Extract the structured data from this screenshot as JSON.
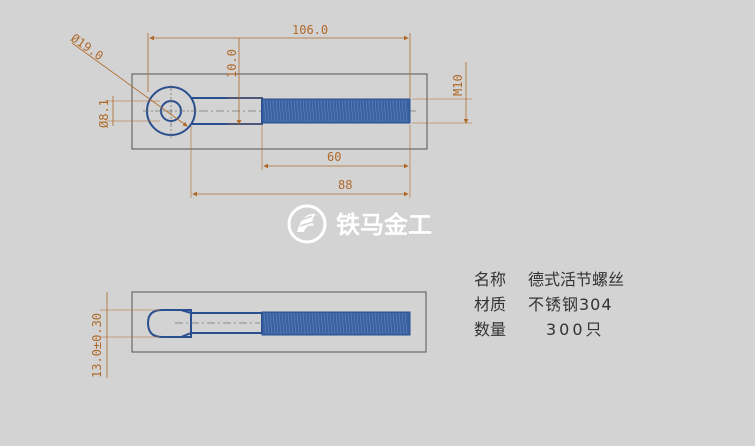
{
  "dimensions": {
    "total_length": "106.0",
    "head_diameter": "Ø19.0",
    "head_offset": "10.0",
    "hole_diameter": "Ø8.1",
    "thread_size": "M10",
    "thread_length": "60",
    "shank_length": "88",
    "head_thickness": "13.0±0.30"
  },
  "spec": {
    "name_label": "名称",
    "name_value": "德式活节螺丝",
    "material_label": "材质",
    "material_value": "不锈钢304",
    "quantity_label": "数量",
    "quantity_value": "300只"
  },
  "watermark": {
    "text": "铁马金工"
  },
  "colors": {
    "part_outline": "#2a4f8f",
    "thread_fill": "#3a62a0",
    "dimension": "#b06a2a",
    "background": "#d3d3d3"
  }
}
